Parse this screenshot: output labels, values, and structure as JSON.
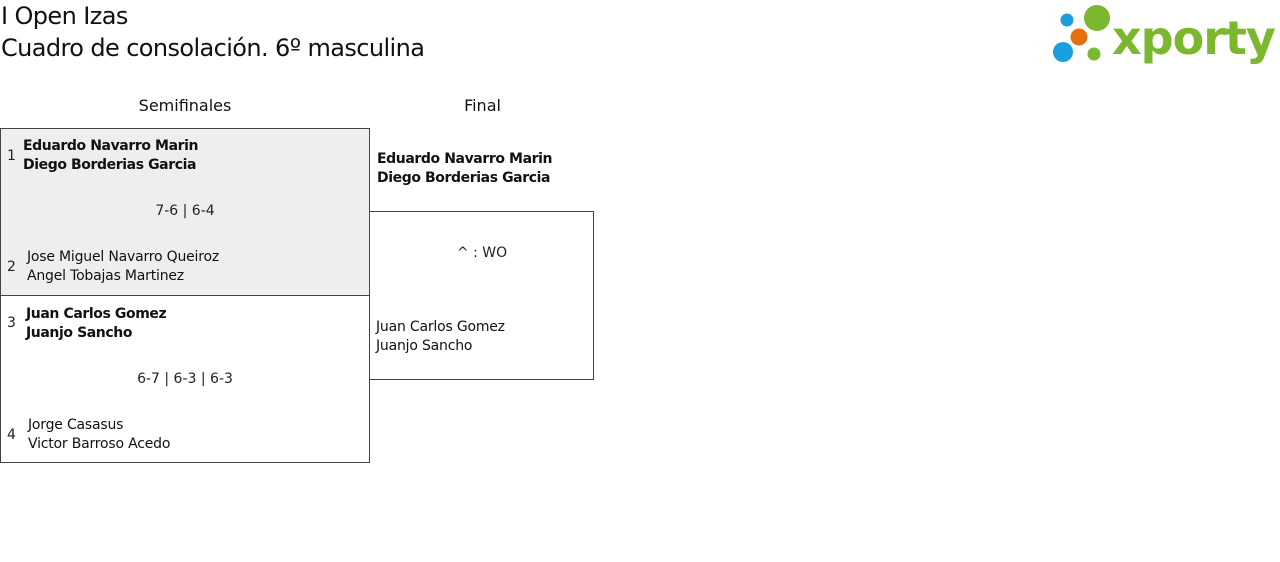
{
  "header": {
    "tournament": "I Open Izas",
    "draw_title": "Cuadro de consolación. 6º masculina"
  },
  "logo": {
    "text": "xporty",
    "colors": {
      "green": "#7cb82f",
      "blue": "#1a9fe0",
      "orange": "#e5700f"
    }
  },
  "rounds": [
    {
      "label": "Semifinales"
    },
    {
      "label": "Final"
    }
  ],
  "semifinals": [
    {
      "score": "7-6 | 6-4",
      "team_a": {
        "seed": "1",
        "player1": "Eduardo Navarro Marin",
        "player2": "Diego Borderias Garcia",
        "winner": true
      },
      "team_b": {
        "seed": "2",
        "player1": "Jose Miguel Navarro Queiroz",
        "player2": "Angel Tobajas Martinez",
        "winner": false
      }
    },
    {
      "score": "6-7 | 6-3 | 6-3",
      "team_a": {
        "seed": "3",
        "player1": "Juan Carlos Gomez",
        "player2": "Juanjo Sancho",
        "winner": true
      },
      "team_b": {
        "seed": "4",
        "player1": "Jorge Casasus",
        "player2": "Victor Barroso Acedo",
        "winner": false
      }
    }
  ],
  "final": {
    "score": "^ : WO",
    "team_a": {
      "player1": "Eduardo Navarro Marin",
      "player2": "Diego Borderias Garcia",
      "winner": true
    },
    "team_b": {
      "player1": "Juan Carlos Gomez",
      "player2": "Juanjo Sancho",
      "winner": false
    }
  }
}
